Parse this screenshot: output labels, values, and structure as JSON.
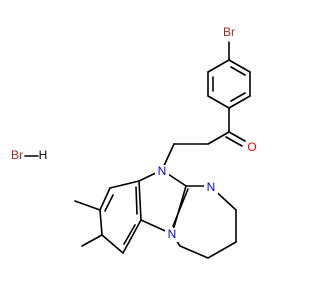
{
  "atom_labels": {
    "br_top": "Br",
    "oxygen": "O",
    "n_bridge": "N",
    "n_imine": "N",
    "n_ring": "N",
    "salt_br": "Br",
    "salt_h": "H"
  },
  "colors": {
    "bond": "#000000",
    "bromine": "#a52a2a",
    "oxygen": "#ff0000",
    "nitrogen": "#0000ff",
    "hydrogen": "#000000",
    "background": "#ffffff"
  }
}
